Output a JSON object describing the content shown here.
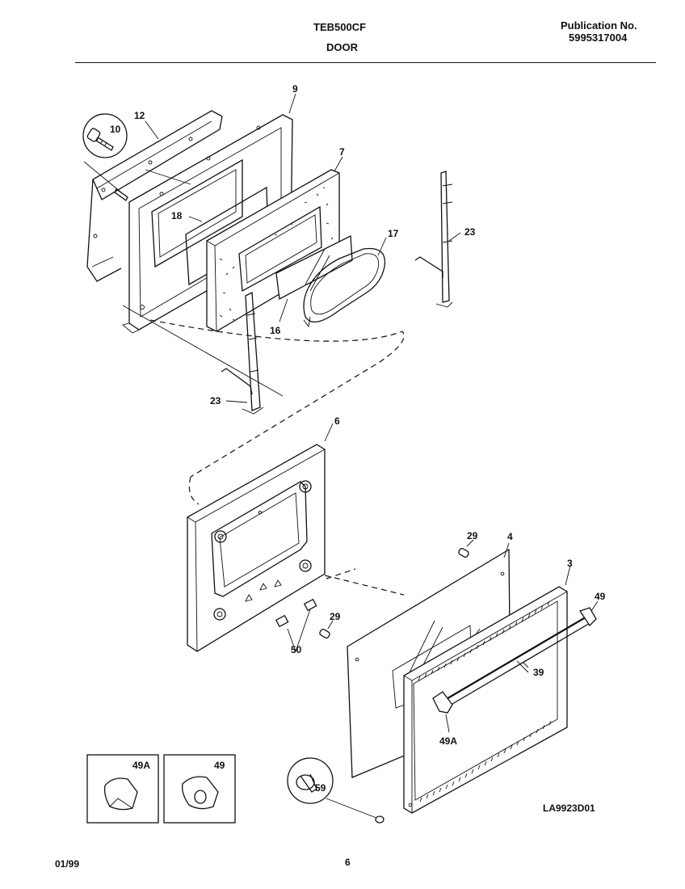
{
  "header": {
    "model": "TEB500CF",
    "section": "DOOR",
    "publication_label": "Publication No.",
    "publication_number": "5995317004"
  },
  "footer": {
    "date": "01/99",
    "page": "6",
    "drawing_id": "LA9923D01"
  },
  "callouts": {
    "p9": "9",
    "p12": "12",
    "p10": "10",
    "p7": "7",
    "p18": "18",
    "p17": "17",
    "p16": "16",
    "p23a": "23",
    "p23b": "23",
    "p6": "6",
    "p29a": "29",
    "p29b": "29",
    "p4": "4",
    "p3": "3",
    "p49": "49",
    "p39": "39",
    "p50": "50",
    "p49a": "49A",
    "p59": "59",
    "inset_49a": "49A",
    "inset_49": "49"
  }
}
